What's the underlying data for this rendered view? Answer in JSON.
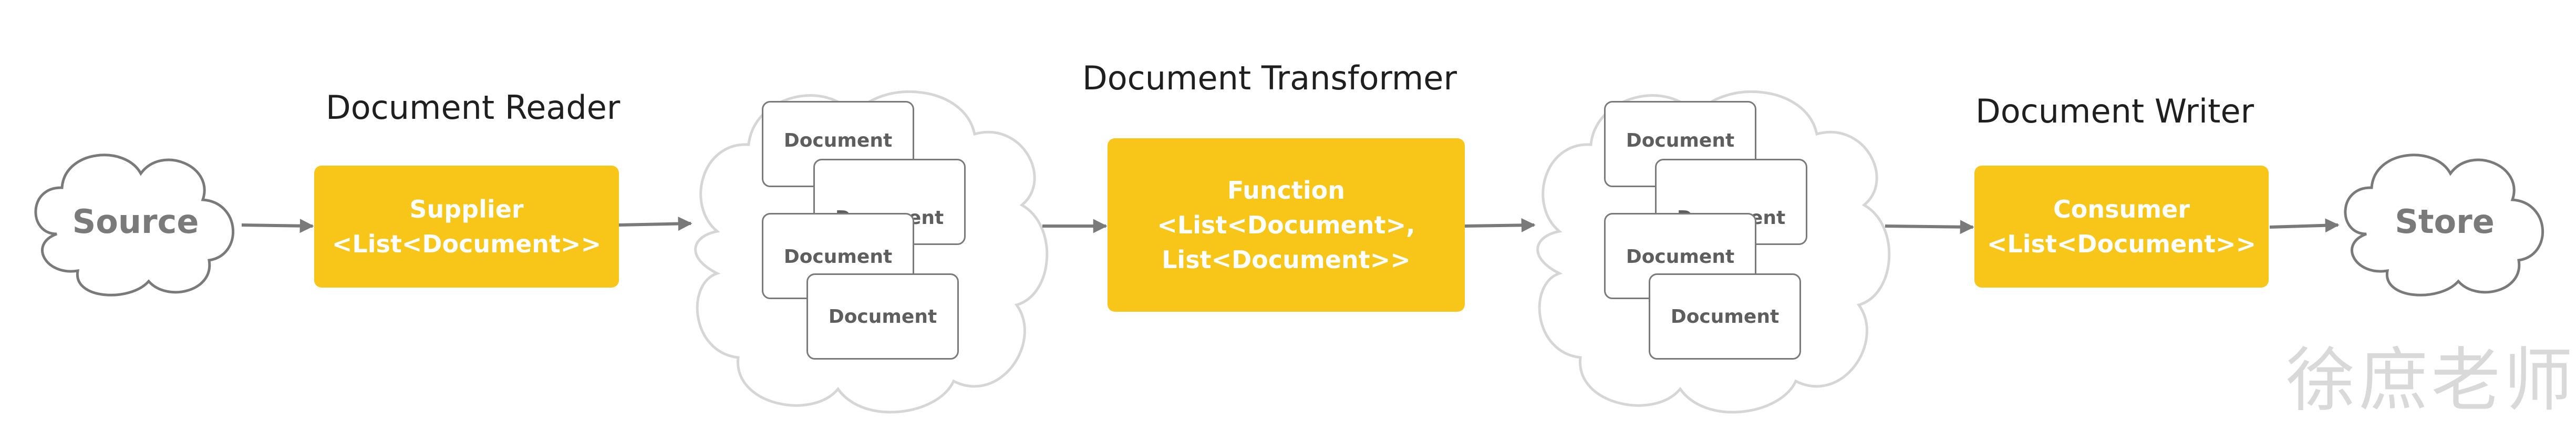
{
  "nodes": {
    "source": "Source",
    "store": "Store"
  },
  "stages": {
    "reader": {
      "title": "Document Reader",
      "line1": "Supplier",
      "line2": "<List<Document>>"
    },
    "transformer": {
      "title": "Document Transformer",
      "line1": "Function",
      "line2": "<List<Document>,",
      "line3": "List<Document>>"
    },
    "writer": {
      "title": "Document Writer",
      "line1": "Consumer",
      "line2": "<List<Document>>"
    }
  },
  "document_label": "Document",
  "watermark": "徐庶老师",
  "colors": {
    "stage_fill": "#f7c618",
    "cloud_stroke": "#7a7a7a",
    "doc_cloud_stroke": "#d6d6d6",
    "arrow": "#7a7a7a"
  }
}
